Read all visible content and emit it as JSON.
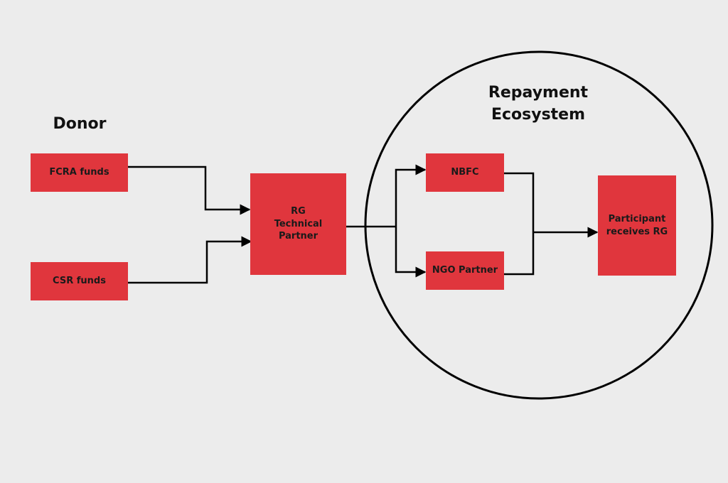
{
  "headings": {
    "donor": "Donor",
    "ecosystem_line1": "Repayment",
    "ecosystem_line2": "Ecosystem"
  },
  "nodes": {
    "fcra": "FCRA funds",
    "csr": "CSR funds",
    "rg_partner": "RG\nTechnical\nPartner",
    "nbfc": "NBFC",
    "ngo": "NGO Partner",
    "participant": "Participant\nreceives RG"
  },
  "colors": {
    "box_fill": "#e0363d",
    "background": "#ececec",
    "line": "#000000"
  }
}
